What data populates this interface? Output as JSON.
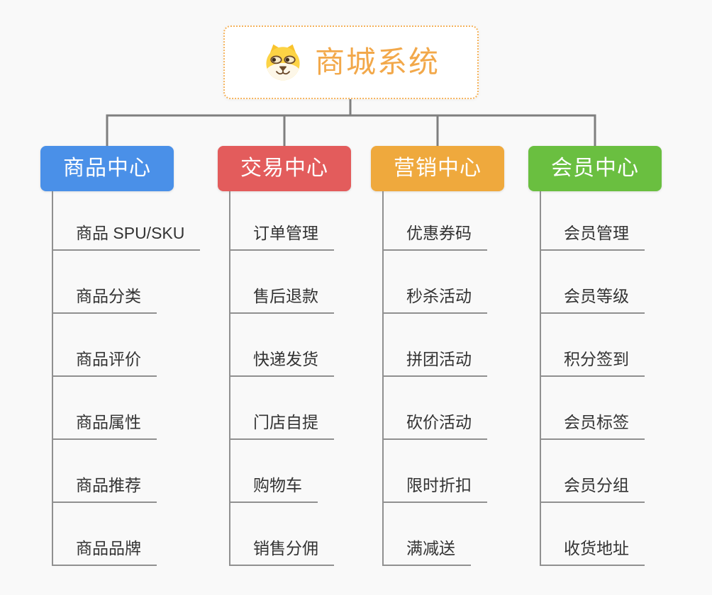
{
  "canvas": {
    "background": "#f9f9f9"
  },
  "colors": {
    "connector_line": "#7f7f7f",
    "item_underline": "#909090",
    "item_text": "#333333"
  },
  "root": {
    "title": "商城系统",
    "icon": "dog-face-icon",
    "border_color": "#f5b35c",
    "title_color": "#f2a84a",
    "background": "#ffffff"
  },
  "branches": [
    {
      "label": "商品中心",
      "color": "#4a90e8",
      "items": [
        "商品 SPU/SKU",
        "商品分类",
        "商品评价",
        "商品属性",
        "商品推荐",
        "商品品牌"
      ]
    },
    {
      "label": "交易中心",
      "color": "#e35c5c",
      "items": [
        "订单管理",
        "售后退款",
        "快递发货",
        "门店自提",
        "购物车",
        "销售分佣"
      ]
    },
    {
      "label": "营销中心",
      "color": "#efa93d",
      "items": [
        "优惠券码",
        "秒杀活动",
        "拼团活动",
        "砍价活动",
        "限时折扣",
        "满减送"
      ]
    },
    {
      "label": "会员中心",
      "color": "#6abf40",
      "items": [
        "会员管理",
        "会员等级",
        "积分签到",
        "会员标签",
        "会员分组",
        "收货地址"
      ]
    }
  ]
}
